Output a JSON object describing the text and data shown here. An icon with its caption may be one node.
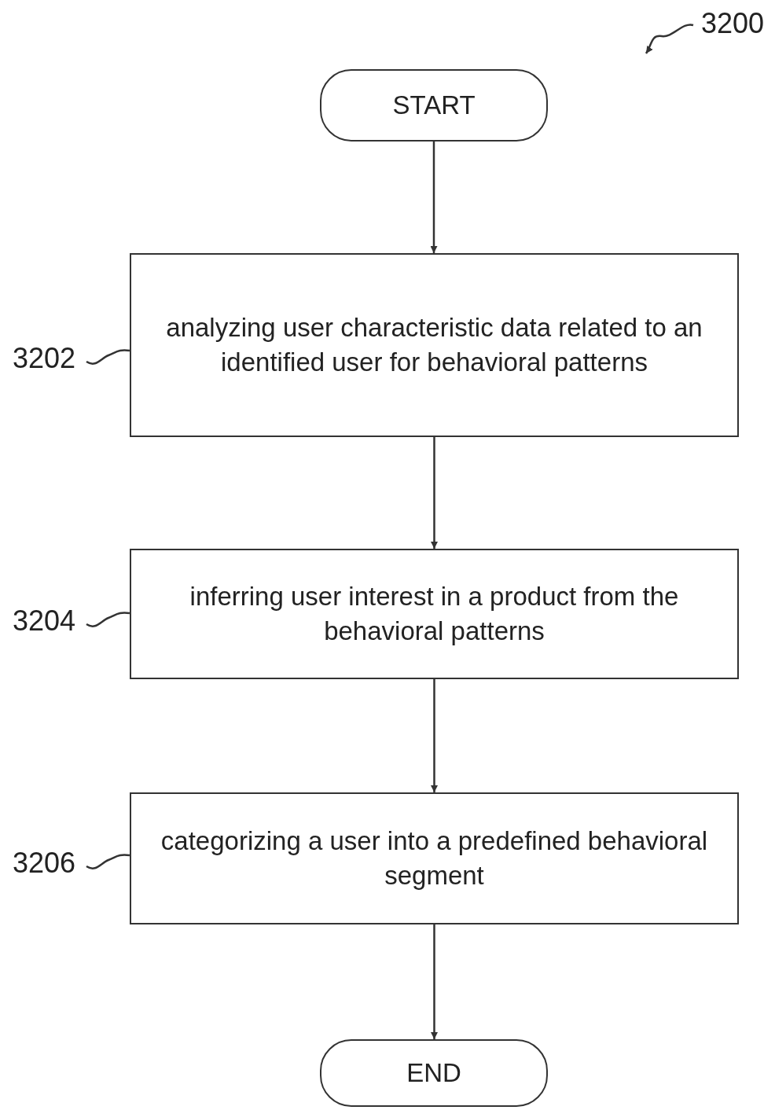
{
  "diagram": {
    "nodes": [
      {
        "text": [
          "START"
        ]
      },
      {
        "text": [
          "analyzing user characteristic data related to an identified user for behavioral patterns"
        ]
      },
      {
        "text": [
          "inferring user interest in a product from the behavioral patterns"
        ]
      },
      {
        "text": [
          "categorizing a user into a predefined behavioral segment"
        ]
      },
      {
        "text": [
          "END"
        ]
      },
      {
        "text": [
          "3200"
        ]
      },
      {
        "text": [
          "3202"
        ]
      },
      {
        "text": [
          "3204"
        ]
      },
      {
        "text": [
          "3206"
        ]
      }
    ],
    "edges": [
      {
        "from": 0,
        "to": 1,
        "arrow": "to"
      },
      {
        "from": 1,
        "to": 2,
        "arrow": "to"
      },
      {
        "from": 2,
        "to": 3,
        "arrow": "to"
      },
      {
        "from": 3,
        "to": 4,
        "arrow": "to"
      },
      {
        "from": 5,
        "to": null,
        "arrow": "to"
      },
      {
        "from": 6,
        "to": 1,
        "arrow": "none"
      },
      {
        "from": 7,
        "to": 2,
        "arrow": "none"
      },
      {
        "from": 8,
        "to": 3,
        "arrow": "none"
      }
    ]
  }
}
